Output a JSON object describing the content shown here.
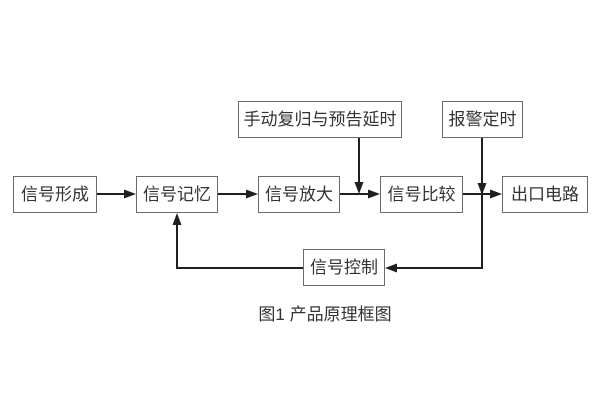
{
  "diagram": {
    "caption": "图1 产品原理框图",
    "boxes": {
      "signal_formation": {
        "label": "信号形成"
      },
      "signal_memory": {
        "label": "信号记忆"
      },
      "signal_amplification": {
        "label": "信号放大"
      },
      "signal_comparison": {
        "label": "信号比较"
      },
      "output_circuit": {
        "label": "出口电路"
      },
      "manual_reset_delay": {
        "label": "手动复归与预告延时"
      },
      "alarm_timing": {
        "label": "报警定时"
      },
      "signal_control": {
        "label": "信号控制"
      }
    },
    "colors": {
      "background": "#ffffff",
      "box_border": "#6b6b6b",
      "connector_line": "#1f1f1f",
      "text": "#333333"
    }
  }
}
